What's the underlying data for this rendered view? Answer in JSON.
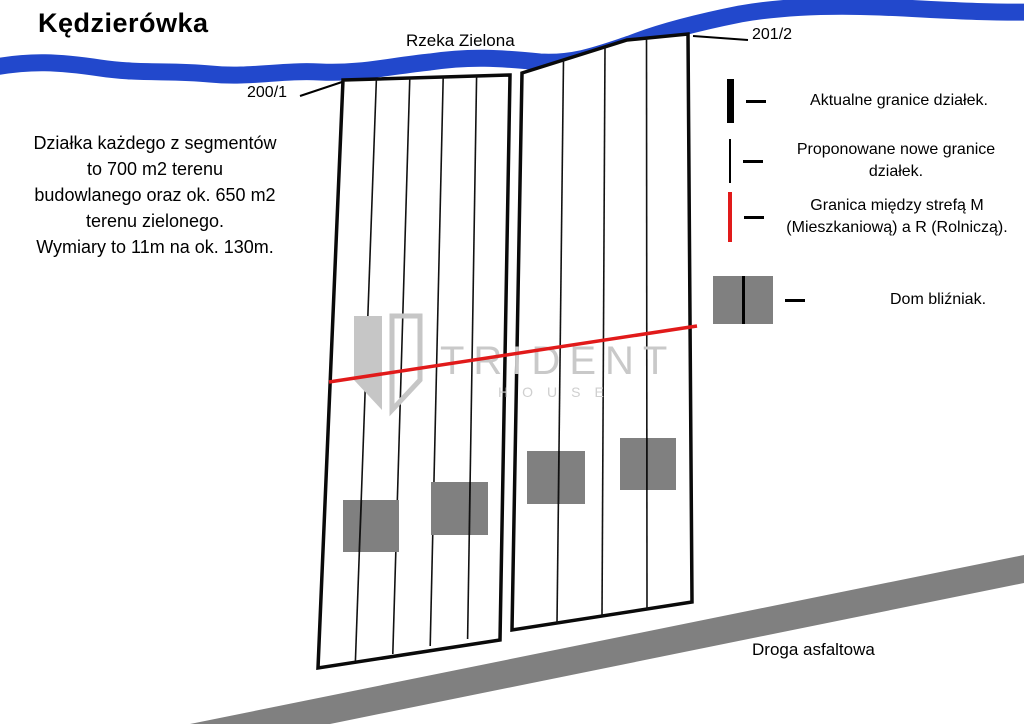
{
  "title": "Kędzierówka",
  "map": {
    "river_label": "Rzeka Zielona",
    "parcel_left_label": "200/1",
    "parcel_right_label": "201/2",
    "road_label": "Droga asfaltowa",
    "description": "Działka każdego z segmentów\nto 700 m2 terenu\nbudowlanego oraz ok. 650 m2\nterenu zielonego.\nWymiary to 11m na ok. 130m."
  },
  "legend": {
    "items": [
      {
        "name": "current-boundaries",
        "label": "Aktualne granice działek."
      },
      {
        "name": "proposed-boundaries",
        "label": "Proponowane nowe granice\ndziałek."
      },
      {
        "name": "zone-boundary",
        "label": "Granica między strefą M\n(Mieszkaniową) a R (Rolniczą)."
      },
      {
        "name": "twin-house",
        "label": "Dom bliźniak."
      }
    ]
  },
  "watermark": {
    "brand": "TRIDENT",
    "sub": "HOUSE"
  },
  "colors": {
    "river": "#2248cc",
    "boundary": "#000000",
    "zone_line": "#e11a1a",
    "house": "#808080",
    "road": "#808080",
    "watermark": "#c6c6c6"
  }
}
